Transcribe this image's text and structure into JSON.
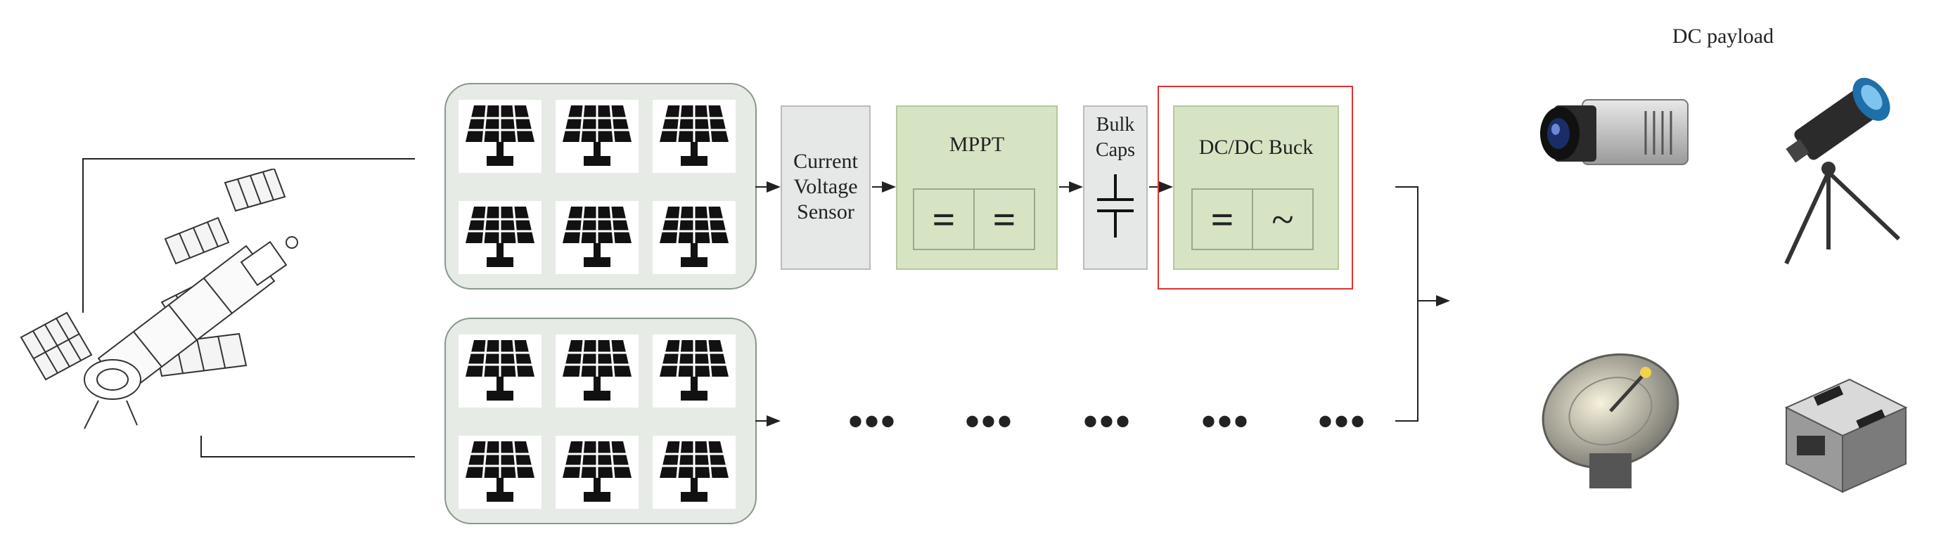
{
  "current_sensor": {
    "label": "Current Voltage Sensor"
  },
  "mppt": {
    "label": "MPPT",
    "symbols": [
      "=",
      "="
    ]
  },
  "bulk_caps": {
    "label": "Bulk Caps"
  },
  "dcdc_buck": {
    "label": "DC/DC Buck",
    "symbols": [
      "=",
      "~"
    ],
    "highlight_color": "#e0312f"
  },
  "dc_payload": {
    "label": "DC payload"
  },
  "payload_icons": [
    "camera-icon",
    "telescope-icon",
    "satellite-dish-icon",
    "electronic-module-icon"
  ],
  "colors": {
    "sensor_fill": "#e6e7e7",
    "converter_fill": "#d7e4c4",
    "panel_group_fill": "#e6ebe6"
  },
  "ellipsis": [
    "•••",
    "•••",
    "•••",
    "•••",
    "•••"
  ]
}
